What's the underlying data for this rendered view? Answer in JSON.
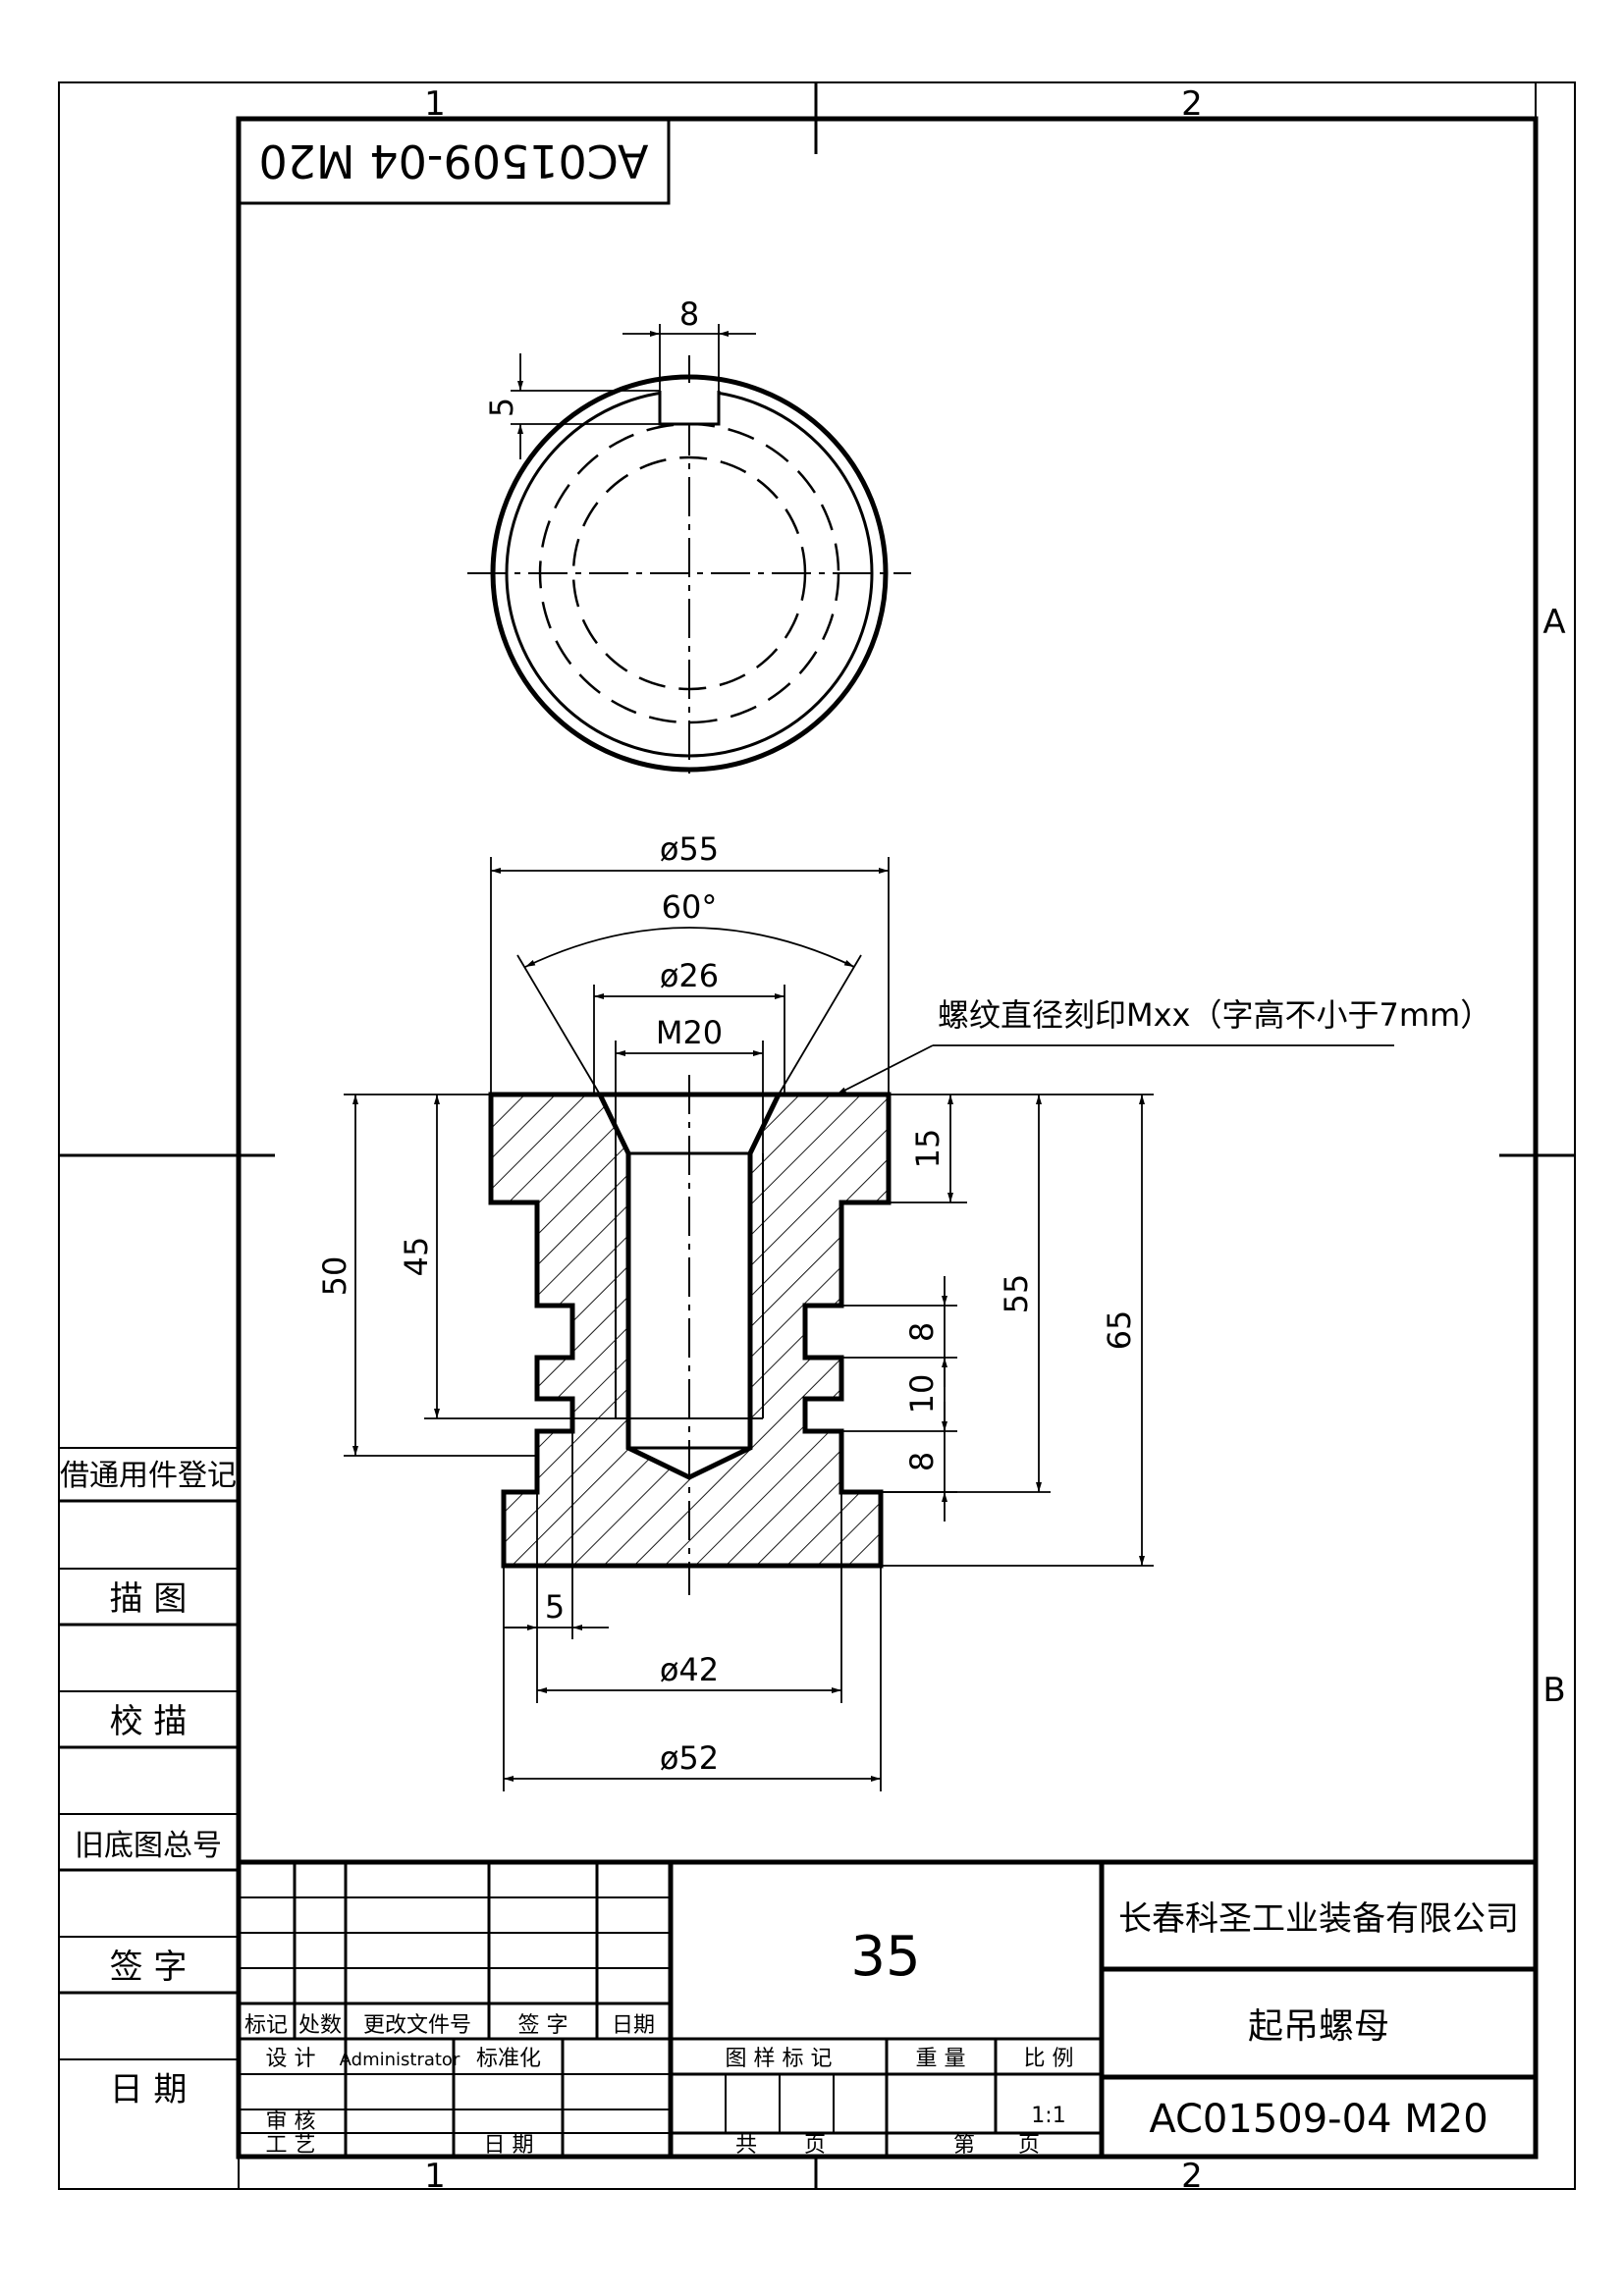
{
  "drawing": {
    "code_upside_down": "AC01509-04 M20",
    "zone_cols": [
      "1",
      "2"
    ],
    "zone_rows": [
      "A",
      "B"
    ]
  },
  "dimensions": {
    "key_width": "8",
    "key_depth": "5",
    "d55": "ø55",
    "angle": "60°",
    "d26": "ø26",
    "m20": "M20",
    "note": "螺纹直径刻印Mxx（字高不小于7mm）",
    "h15": "15",
    "h50": "50",
    "h45": "45",
    "h55": "55",
    "h65": "65",
    "g8a": "8",
    "g10": "10",
    "g8b": "8",
    "w5": "5",
    "d42": "ø42",
    "d52": "ø52"
  },
  "side_panel": {
    "items": [
      "借通用件登记",
      "描 图",
      "校 描",
      "旧底图总号",
      "签 字",
      "日 期"
    ]
  },
  "title_block": {
    "material": "35",
    "company": "长春科圣工业装备有限公司",
    "part_name": "起吊螺母",
    "drawing_no": "AC01509-04 M20",
    "rev_headers": [
      "标记",
      "处数",
      "更改文件号",
      "签 字",
      "日期"
    ],
    "design": "设 计",
    "designer": "Administrator",
    "standardize": "标准化",
    "review": "审 核",
    "process": "工 艺",
    "date": "日 期",
    "mark_label": "图 样 标 记",
    "weight_label": "重 量",
    "scale_label": "比 例",
    "scale": "1:1",
    "total_label": "共",
    "page_label": "页",
    "sheet_label": "第",
    "sheet_page_label": "页"
  }
}
